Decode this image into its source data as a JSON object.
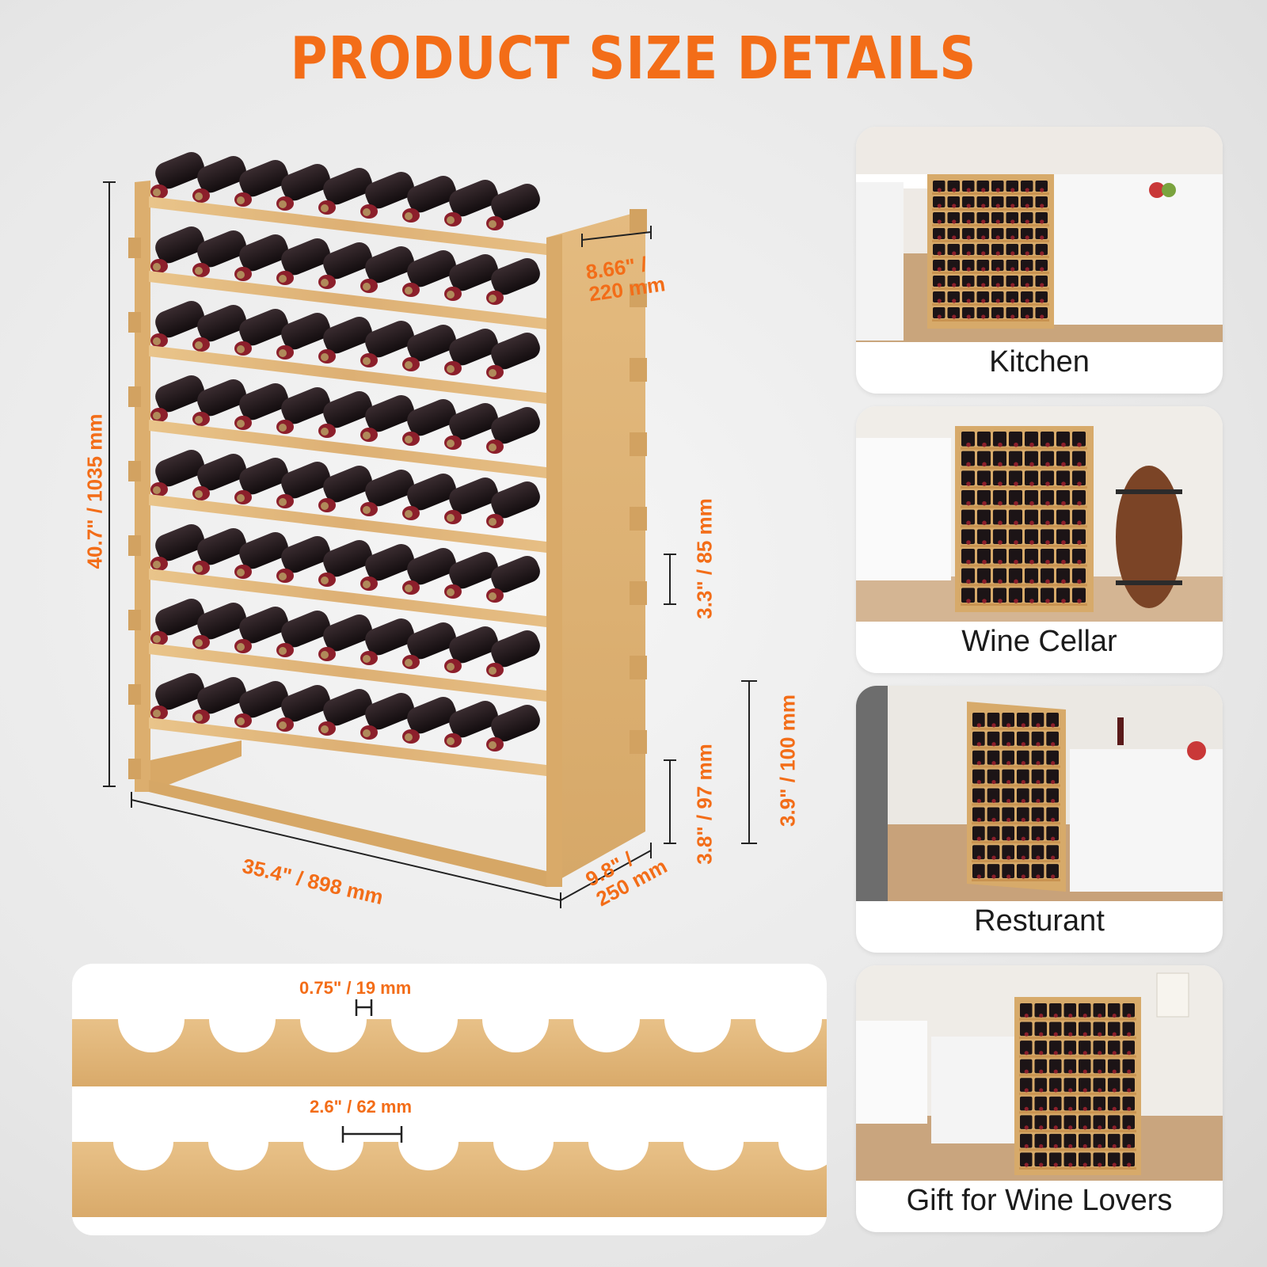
{
  "title": "PRODUCT SIZE DETAILS",
  "dimensions": {
    "height": "40.7\" / 1035 mm",
    "width": "35.4\" / 898 mm",
    "depth": "9.8\" / 250 mm",
    "depth_line1": "9.8\" /",
    "depth_line2": "250 mm",
    "top_depth_line1": "8.66\" /",
    "top_depth_line2": "220 mm",
    "shelf_gap": "3.3\" / 85 mm",
    "bottom_gap": "3.8\" / 97 mm",
    "bottom_height": "3.9\" / 100 mm"
  },
  "slats": {
    "thickness": "0.75\" / 19 mm",
    "notch_width": "2.6\" / 62 mm"
  },
  "scenes": [
    {
      "label": "Kitchen"
    },
    {
      "label": "Wine  Cellar"
    },
    {
      "label": "Resturant"
    },
    {
      "label": "Gift for Wine Lovers"
    }
  ],
  "colors": {
    "accent": "#f36d18",
    "bamboo": "#e2b679",
    "bottle": "#1c1416",
    "cork": "#8c1f2b"
  }
}
